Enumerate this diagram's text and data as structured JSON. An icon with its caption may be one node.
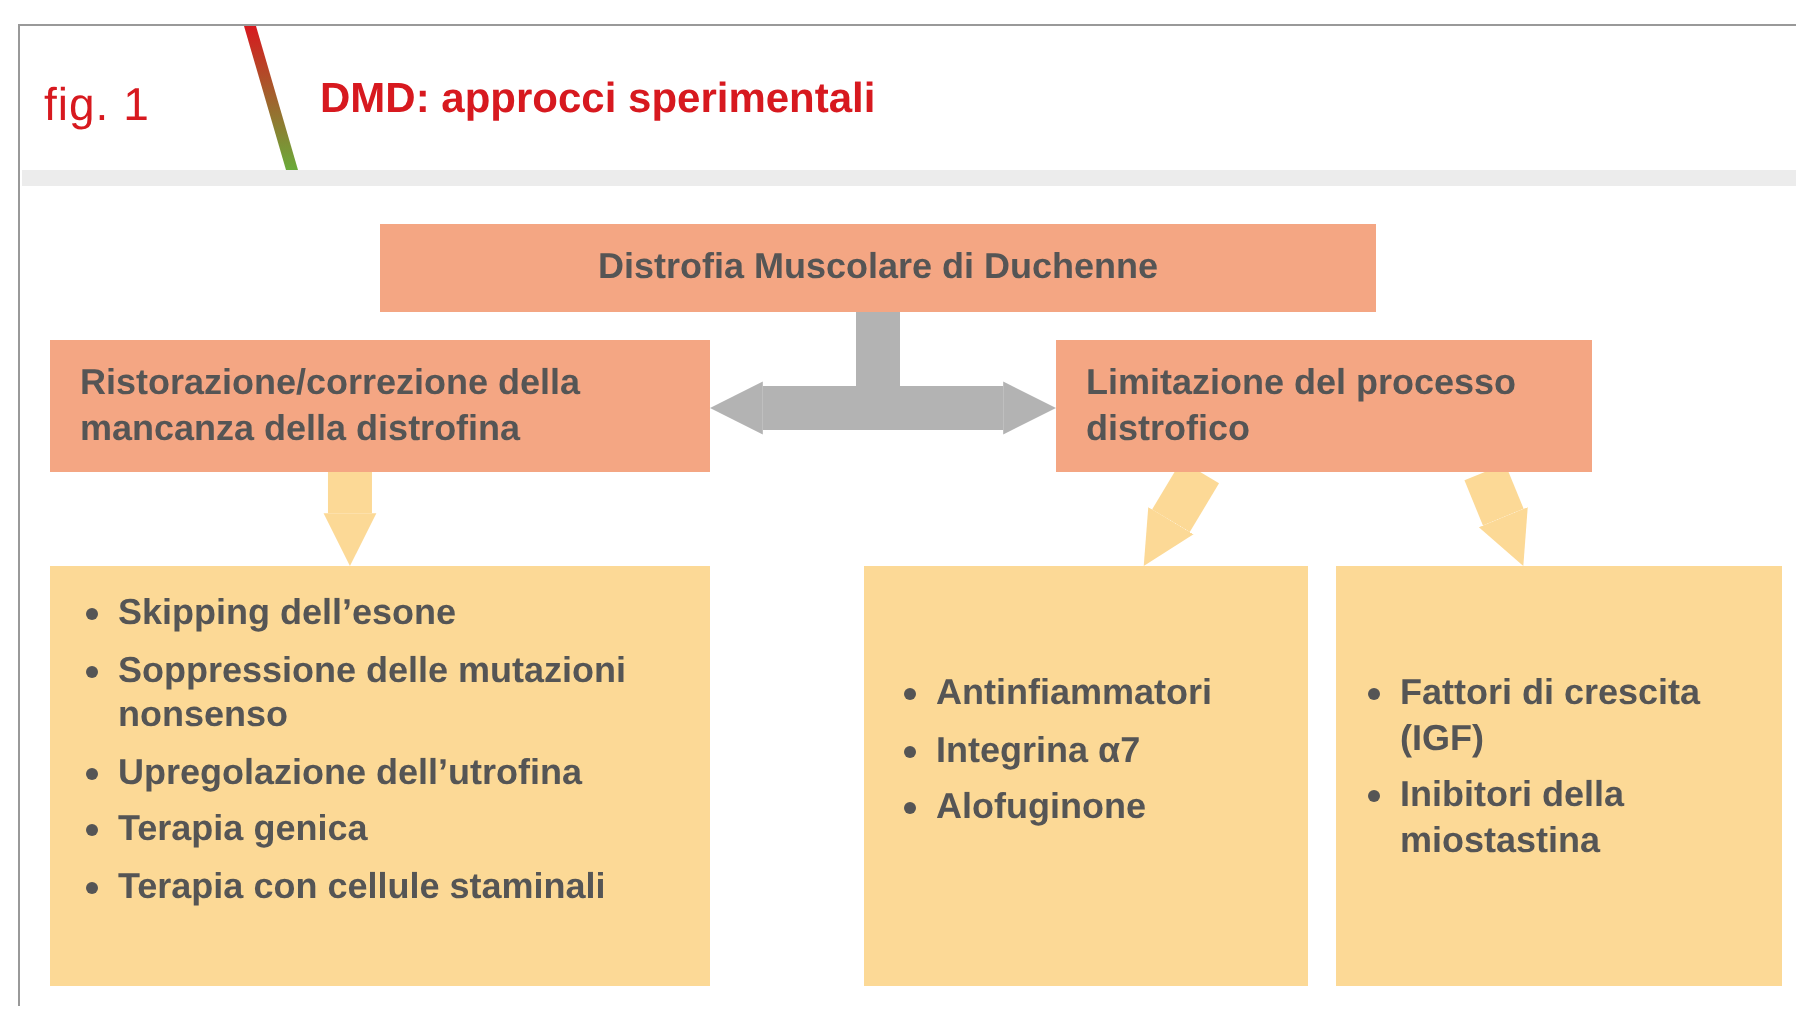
{
  "diagram": {
    "title": "DMD: approcci sperimentali",
    "nodes": [
      {
        "text": [
          "Distrofia Muscolare di Duchenne"
        ]
      },
      {
        "text": [
          "Ristorazione/correzione della mancanza della distrofina"
        ]
      },
      {
        "text": [
          "Limitazione del processo distrofico"
        ]
      },
      {
        "text": [
          "Skipping dell’esone",
          "Soppressione delle mutazioni nonsenso",
          "Upregolazione dell’utrofina",
          "Terapia genica",
          "Terapia con cellule staminali"
        ]
      },
      {
        "text": [
          "Antinfiammatori",
          "Integrina α7",
          "Alofuginone"
        ]
      },
      {
        "text": [
          "Fattori di crescita (IGF)",
          "Inibitori della miostastina"
        ]
      }
    ],
    "edges": [
      {
        "from": 0,
        "to": 1,
        "arrow": "to",
        "color": "#b3b3b3"
      },
      {
        "from": 0,
        "to": 2,
        "arrow": "to",
        "color": "#b3b3b3"
      },
      {
        "from": 1,
        "to": 3,
        "arrow": "to"
      },
      {
        "from": 2,
        "to": 4,
        "arrow": "to"
      },
      {
        "from": 2,
        "to": 5,
        "arrow": "to"
      }
    ],
    "labels": [
      "fig. 1"
    ]
  }
}
